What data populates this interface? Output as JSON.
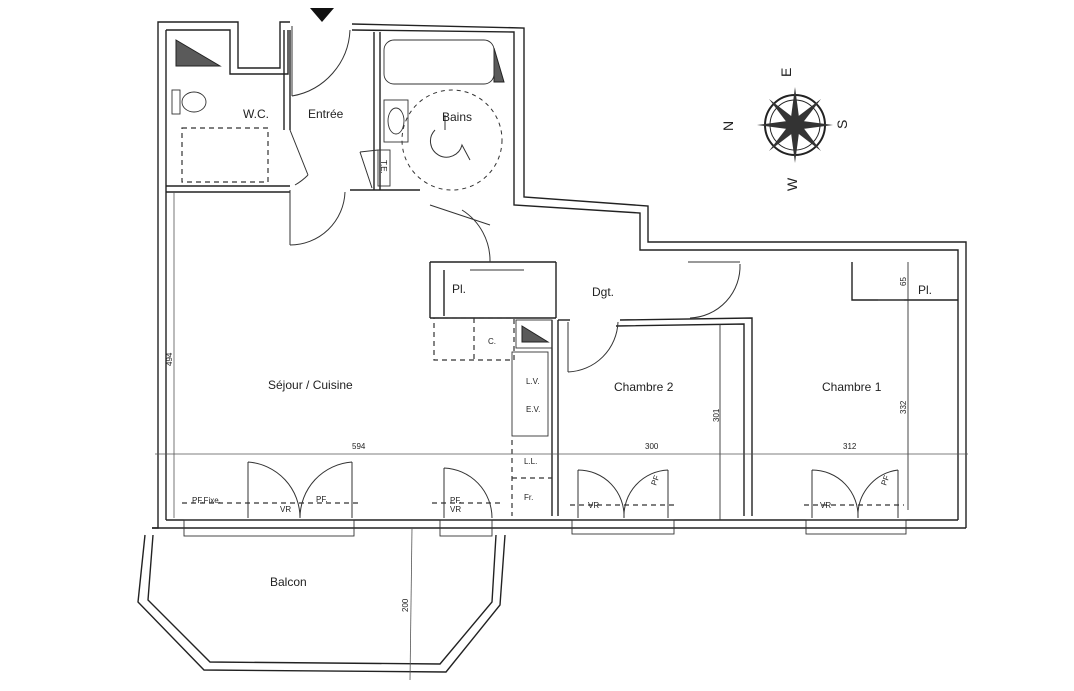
{
  "plan": {
    "rooms": {
      "wc": "W.C.",
      "entree": "Entrée",
      "bains": "Bains",
      "sejour": "Séjour / Cuisine",
      "dgt": "Dgt.",
      "chambre2": "Chambre 2",
      "chambre1": "Chambre 1",
      "balcon": "Balcon"
    },
    "fixtures": {
      "placard_left": "Pl.",
      "placard_right": "Pl.",
      "cuisson": "C.",
      "lave_vaisselle": "L.V.",
      "evier": "E.V.",
      "lave_linge": "L.L.",
      "frigo": "Fr.",
      "tableau": "T.E."
    },
    "openings": {
      "pf_fixe": "PF.Fixe.",
      "pf_sejour": "PF.",
      "vr_sejour": "VR",
      "pf_small": "PF.",
      "vr_small": "VR",
      "vr_ch2": "VR",
      "pf_ch2": "PF",
      "vr_ch1": "VR",
      "pf_ch1": "PF"
    },
    "dimensions": {
      "sejour_depth": "494",
      "sejour_width": "594",
      "ch2_width": "300",
      "ch2_depth": "301",
      "ch1_width": "312",
      "ch1_depth": "332",
      "placard_depth": "65",
      "balcon_depth": "200"
    },
    "compass": {
      "n": "N",
      "e": "E",
      "s": "S",
      "w": "W"
    }
  }
}
